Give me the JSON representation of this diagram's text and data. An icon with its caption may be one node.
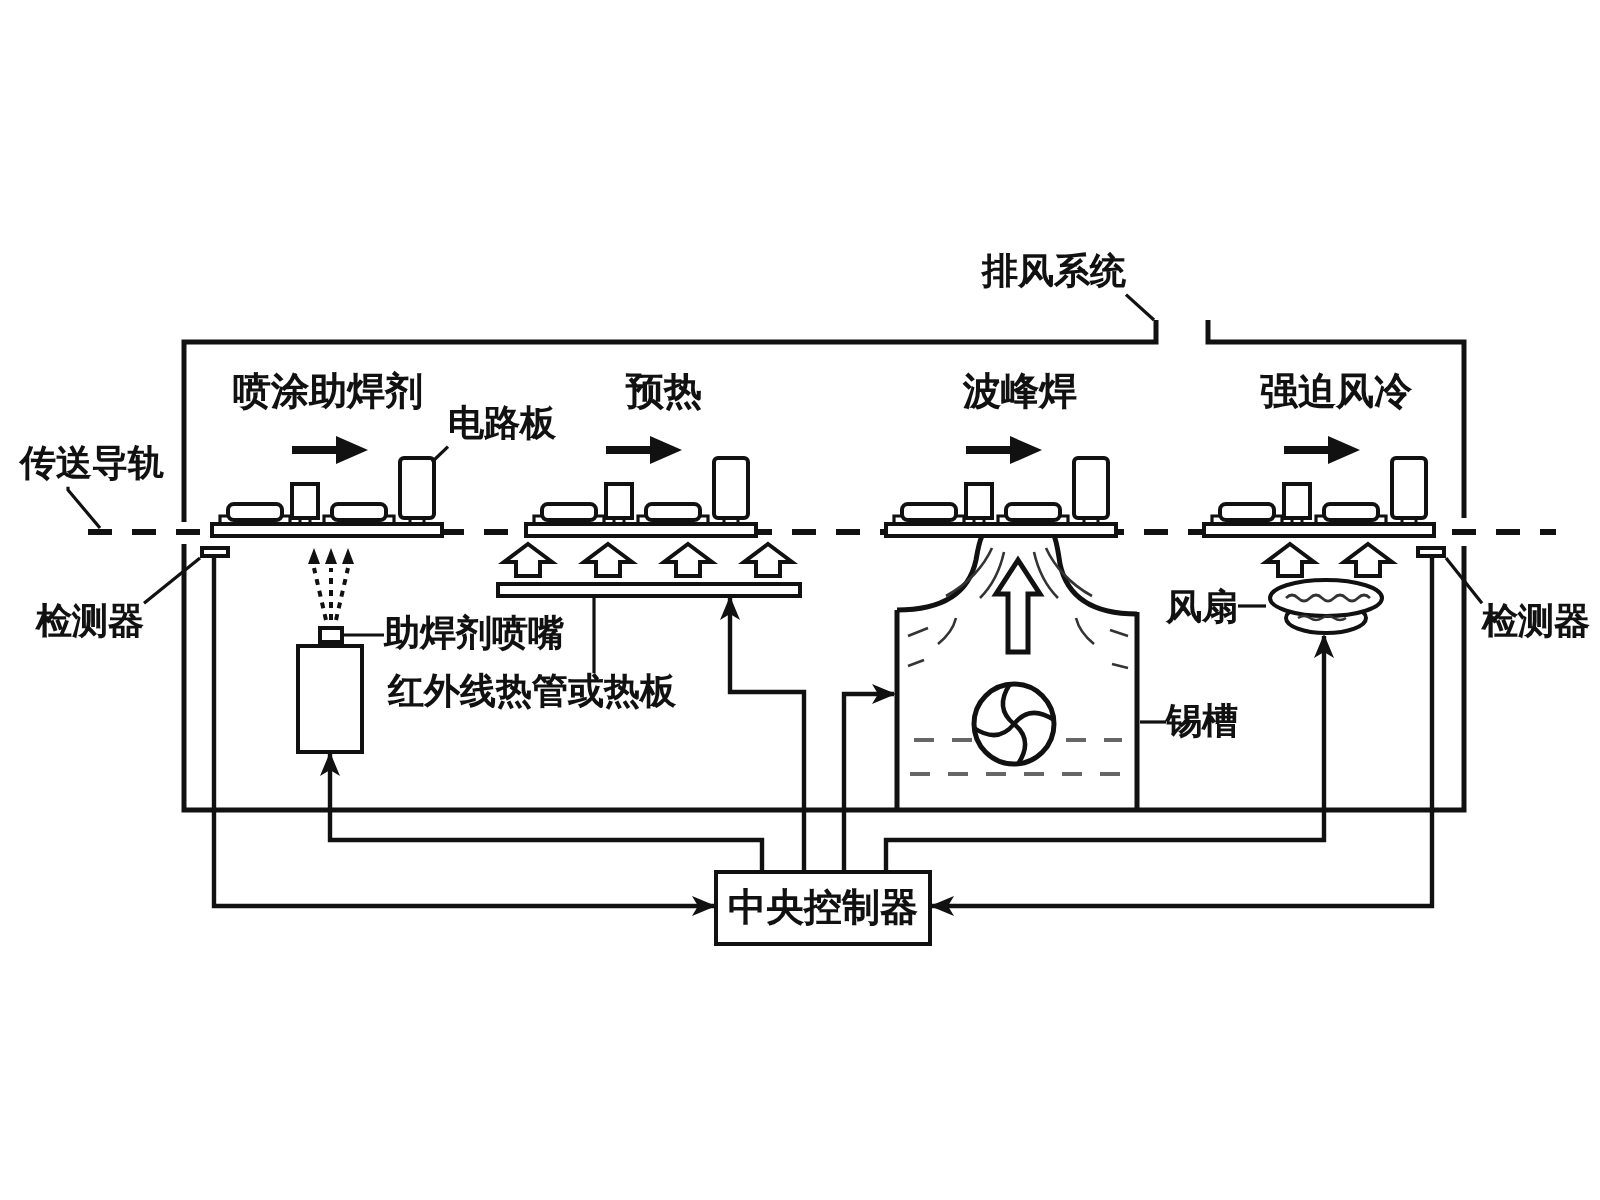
{
  "diagram": {
    "nodes": [
      {
        "text": [
          "排风系统"
        ]
      },
      {
        "text": [
          "传送导轨"
        ]
      },
      {
        "text": [
          "电路板"
        ]
      },
      {
        "text": [
          "检测器"
        ]
      },
      {
        "text": [],
        "shape": "box"
      },
      {
        "text": [
          "助焊剂喷嘴"
        ]
      },
      {
        "text": [],
        "shape": "box"
      },
      {
        "text": [],
        "shape": "box"
      },
      {
        "text": [],
        "shape": "bar"
      },
      {
        "text": [
          "红外线热管或热板"
        ]
      },
      {
        "text": [],
        "shape": "picture"
      },
      {
        "text": [
          "锡槽"
        ]
      },
      {
        "text": [],
        "shape": "picture"
      },
      {
        "text": [
          "风扇"
        ]
      },
      {
        "text": [],
        "shape": "box"
      },
      {
        "text": [
          "检测器"
        ]
      },
      {
        "text": [
          "中央控制器"
        ]
      }
    ],
    "edges": [
      {
        "from": 0,
        "to": null,
        "arrow": "none"
      },
      {
        "from": 1,
        "to": null,
        "arrow": "none"
      },
      {
        "from": 2,
        "to": null,
        "arrow": "none"
      },
      {
        "from": 3,
        "to": 4,
        "arrow": "none"
      },
      {
        "from": 5,
        "to": 6,
        "arrow": "none"
      },
      {
        "from": 9,
        "to": 8,
        "arrow": "none"
      },
      {
        "from": 11,
        "to": 10,
        "arrow": "none"
      },
      {
        "from": 13,
        "to": 12,
        "arrow": "none"
      },
      {
        "from": 15,
        "to": 14,
        "arrow": "none"
      },
      {
        "from": 4,
        "to": 16,
        "arrow": "to"
      },
      {
        "from": 16,
        "to": 7,
        "arrow": "to"
      },
      {
        "from": 16,
        "to": 8,
        "arrow": "to"
      },
      {
        "from": 16,
        "to": 10,
        "arrow": "to"
      },
      {
        "from": 16,
        "to": 12,
        "arrow": "to"
      },
      {
        "from": 14,
        "to": 16,
        "arrow": "to"
      }
    ],
    "labels": [
      "喷涂助焊剂",
      "预热",
      "波峰焊",
      "强迫风冷"
    ]
  }
}
